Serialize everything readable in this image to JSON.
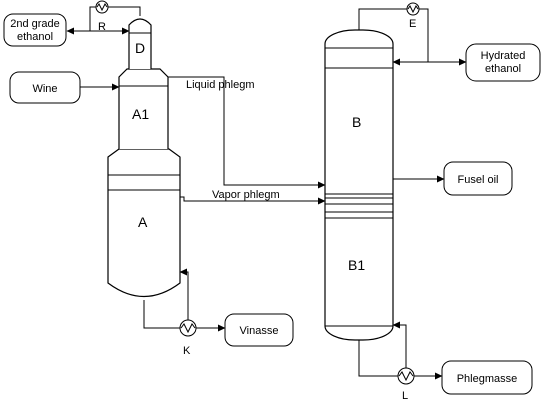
{
  "streams": {
    "wine": "Wine",
    "second_grade_ethanol": "2nd grade ethanol",
    "hydrated_ethanol": "Hydrated ethanol",
    "fusel_oil": "Fusel oil",
    "vinasse": "Vinasse",
    "phlegmasse": "Phlegmasse",
    "liquid_phlegm": "Liquid phlegm",
    "vapor_phlegm": "Vapor phlegm"
  },
  "columns": {
    "a": "A",
    "a1": "A1",
    "d": "D",
    "b": "B",
    "b1": "B1"
  },
  "heat_exchangers": {
    "r": "R",
    "e": "E",
    "k": "K",
    "l": "L"
  },
  "colors": {
    "line": "#000000",
    "fill": "#ffffff"
  }
}
